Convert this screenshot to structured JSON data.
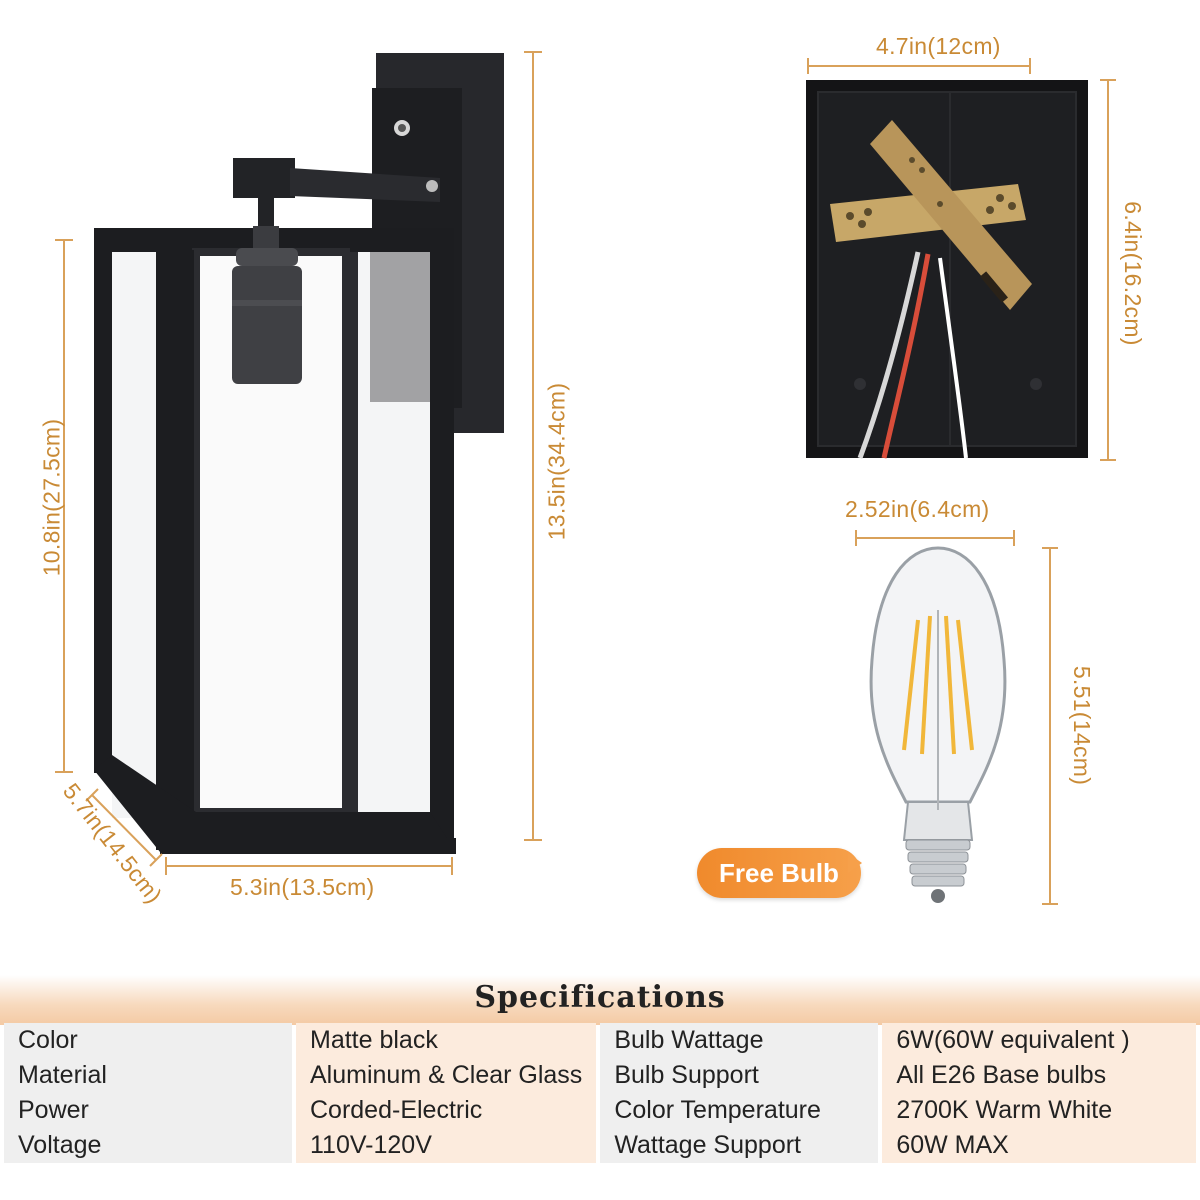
{
  "dimensions": {
    "lamp_height_total": "13.5in(34.4cm)",
    "lamp_height_body": "10.8in(27.5cm)",
    "lamp_width": "5.3in(13.5cm)",
    "lamp_depth": "5.7in(14.5cm)",
    "plate_width": "4.7in(12cm)",
    "plate_height": "6.4in(16.2cm)",
    "bulb_width": "2.52in(6.4cm)",
    "bulb_height": "5.51(14cm)"
  },
  "badge": {
    "label": "Free Bulb"
  },
  "specifications": {
    "title": "Specifications",
    "rows": [
      {
        "k1": "Color",
        "v1": "Matte black",
        "k2": "Bulb Wattage",
        "v2": "6W(60W equivalent )"
      },
      {
        "k1": "Material",
        "v1": "Aluminum & Clear Glass",
        "k2": "Bulb Support",
        "v2": "All E26 Base bulbs"
      },
      {
        "k1": "Power",
        "v1": "Corded-Electric",
        "k2": "Color Temperature",
        "v2": "2700K Warm White"
      },
      {
        "k1": "Voltage",
        "v1": "110V-120V",
        "k2": "Wattage Support",
        "v2": "60W MAX"
      }
    ]
  },
  "colors": {
    "accent": "#c98a35",
    "badge": "#f08a2c",
    "band": "#f7d9bd",
    "frame": "#1c1d20"
  }
}
